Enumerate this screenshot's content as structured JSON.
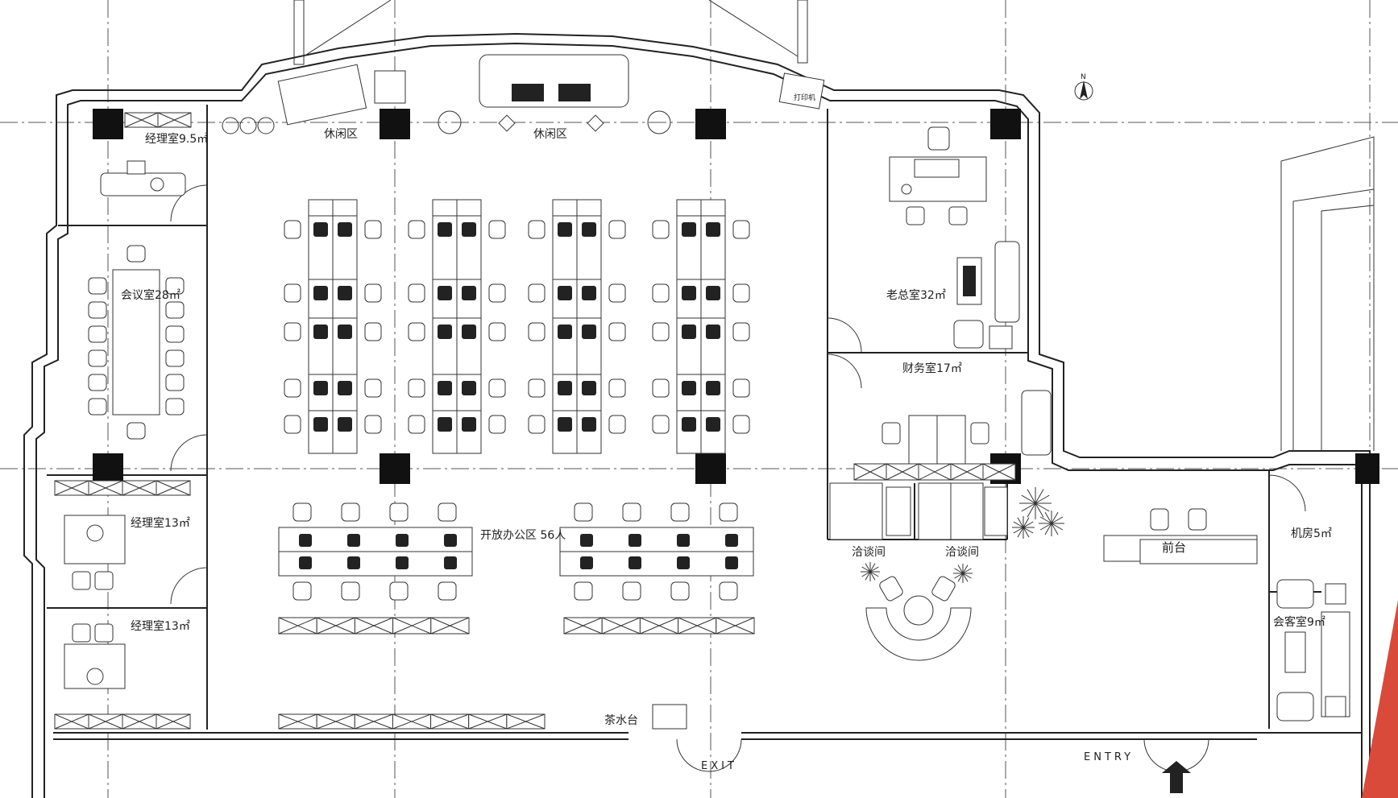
{
  "rooms": {
    "manager_office_small": "经理室9.5㎡",
    "lounge_left": "休闲区",
    "lounge_right": "休闲区",
    "meeting_room": "会议室28㎡",
    "manager_office_1": "经理室13㎡",
    "manager_office_2": "经理室13㎡",
    "open_office": "开放办公区 56人",
    "boss_office": "老总室32㎡",
    "finance_room": "财务室17㎡",
    "negotiation_1": "洽谈间",
    "negotiation_2": "洽谈间",
    "reception": "前台",
    "server_room": "机房5㎡",
    "guest_room": "会客室9㎡",
    "tea_counter": "茶水台"
  },
  "markers": {
    "exit": "EXIT",
    "entry": "ENTRY",
    "printer": "打印机",
    "north": "N"
  },
  "colors": {
    "line": "#222222",
    "column": "#111111",
    "accent": "#d94a3a"
  },
  "icons": {
    "north_arrow": "north-arrow-icon",
    "entry_arrow": "entry-arrow-icon"
  }
}
